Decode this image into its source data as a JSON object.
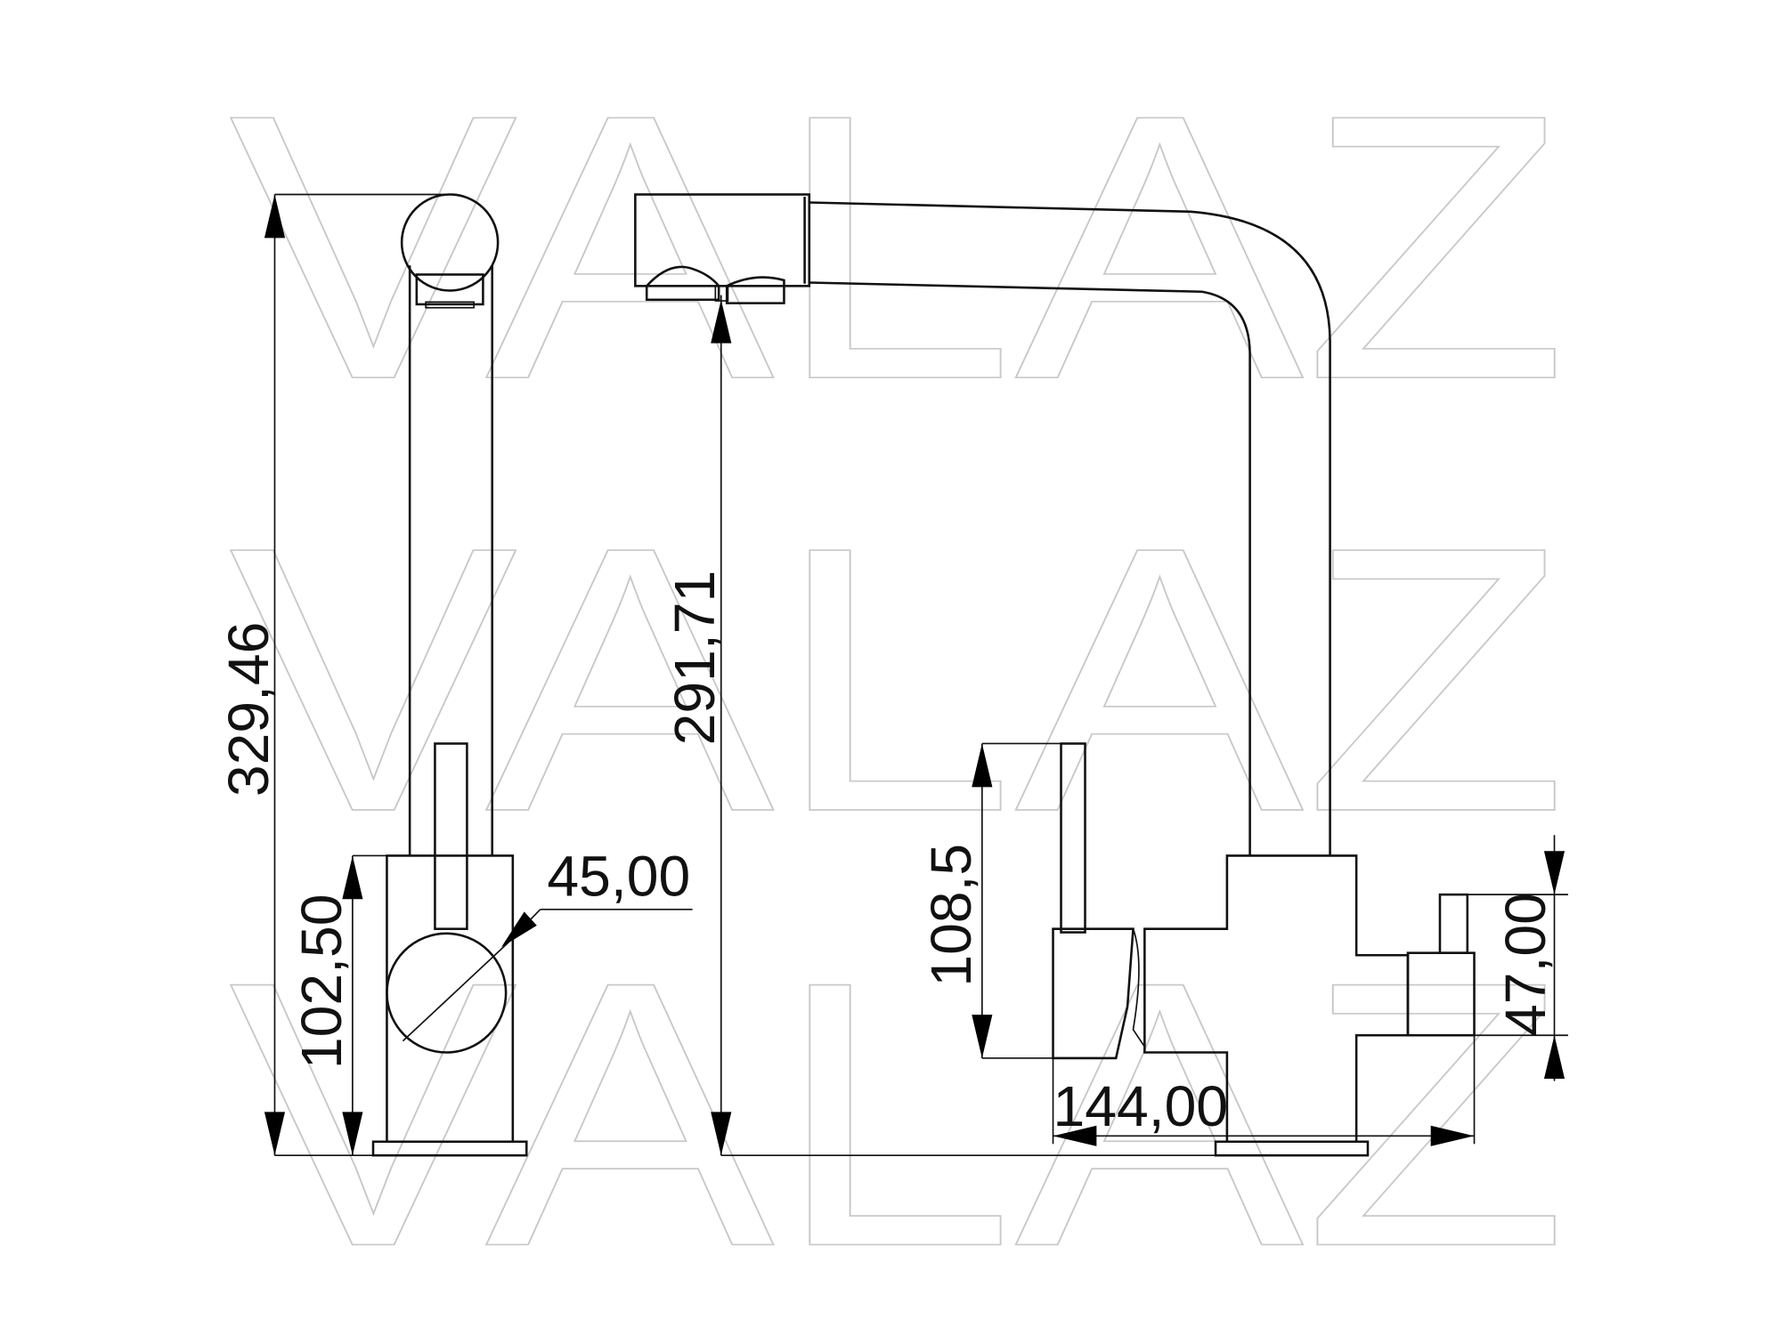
{
  "watermark": {
    "text": "VALAZ"
  },
  "dimensions": {
    "overall_height": "329,46",
    "body_height": "102,50",
    "handle_diameter": "45,00",
    "spout_height": "291,71",
    "lever_height": "108,5",
    "reach": "144,00",
    "valve_height": "47,00"
  }
}
